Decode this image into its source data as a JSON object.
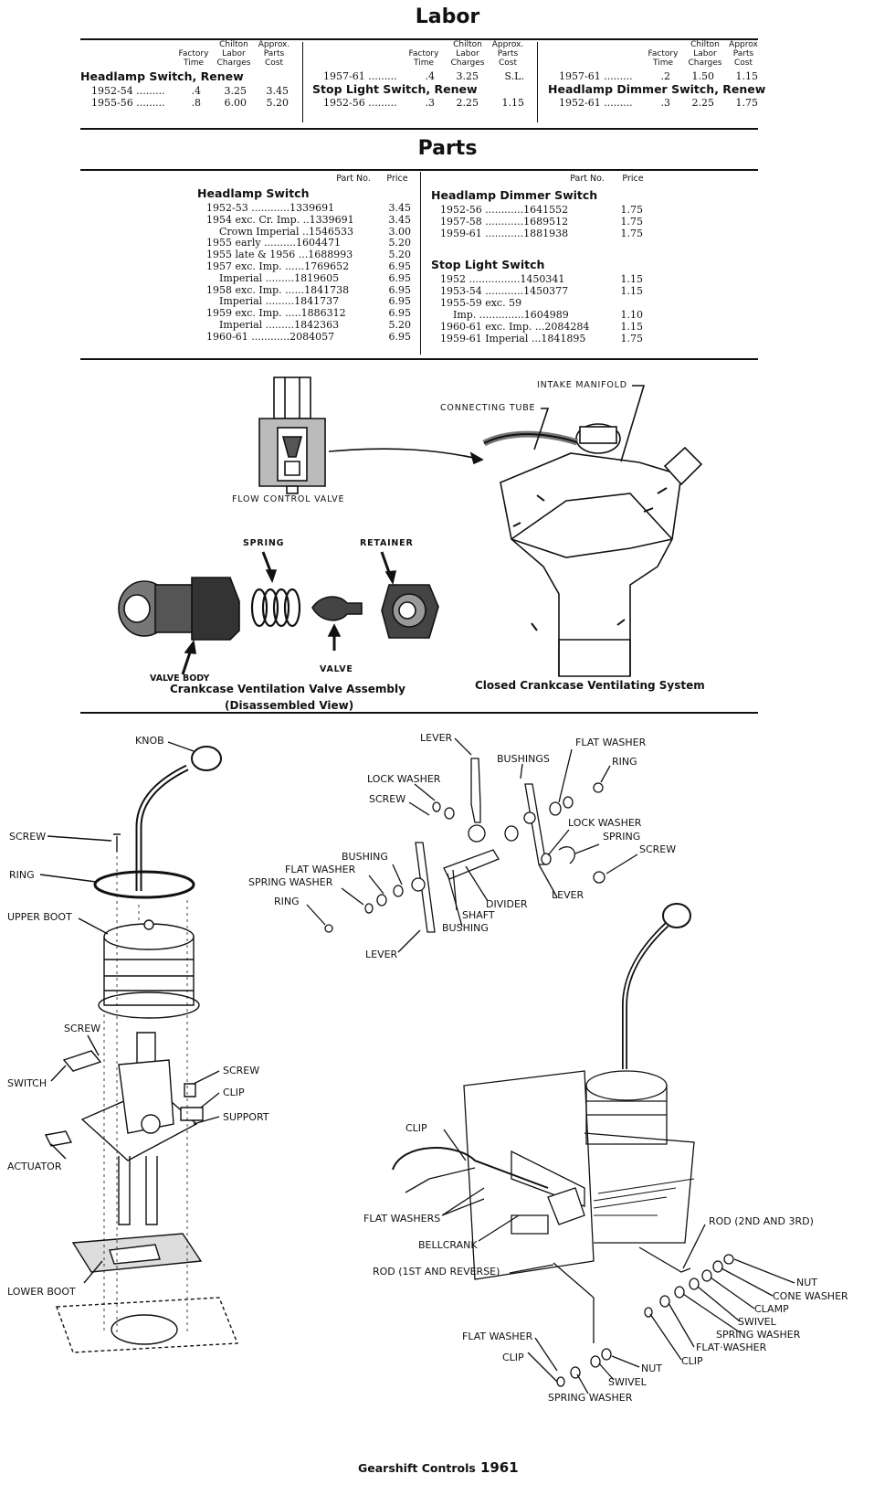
{
  "labor": {
    "title": "Labor",
    "col_headers": {
      "factory": [
        "Factory",
        "Time"
      ],
      "chilton": [
        "Chilton",
        "Labor",
        "Charges"
      ],
      "approx": [
        "Approx.",
        "Parts",
        "Cost"
      ],
      "approx_alt": [
        "Approx",
        "Parts",
        "Cost"
      ]
    },
    "col1": {
      "heading": "Headlamp Switch, Renew",
      "rows": [
        {
          "label": "1952-54 ......... ",
          "time": ".4",
          "charge": "3.25",
          "cost": "3.45"
        },
        {
          "label": "1955-56 ......... ",
          "time": ".8",
          "charge": "6.00",
          "cost": "5.20"
        }
      ]
    },
    "col2": {
      "row0": {
        "label": "1957-61 ......... ",
        "time": ".4",
        "charge": "3.25",
        "cost": "S.L."
      },
      "heading": "Stop Light Switch, Renew",
      "row1": {
        "label": "1952-56 ......... ",
        "time": ".3",
        "charge": "2.25",
        "cost": "1.15"
      }
    },
    "col3": {
      "row0": {
        "label": "1957-61 ......... ",
        "time": ".2",
        "charge": "1.50",
        "cost": "1.15"
      },
      "heading": "Headlamp Dimmer Switch, Renew",
      "row1": {
        "label": "1952-61 ......... ",
        "time": ".3",
        "charge": "2.25",
        "cost": "1.75"
      }
    }
  },
  "parts": {
    "title": "Parts",
    "part_no_header": "Part No.",
    "price_header": "Price",
    "left": {
      "heading": "Headlamp Switch",
      "rows": [
        {
          "label": "1952-53 ............",
          "part": "1339691",
          "price": "3.45"
        },
        {
          "label": "1954 exc. Cr. Imp. ..",
          "part": "1339691",
          "price": "3.45"
        },
        {
          "label": "    Crown Imperial ..",
          "part": "1546533",
          "price": "3.00"
        },
        {
          "label": "1955 early ..........",
          "part": "1604471",
          "price": "5.20"
        },
        {
          "label": "1955 late & 1956 ...",
          "part": "1688993",
          "price": "5.20"
        },
        {
          "label": "1957 exc. Imp. ......",
          "part": "1769652",
          "price": "6.95"
        },
        {
          "label": "    Imperial .........",
          "part": "1819605",
          "price": "6.95"
        },
        {
          "label": "1958 exc. Imp. ......",
          "part": "1841738",
          "price": "6.95"
        },
        {
          "label": "    Imperial .........",
          "part": "1841737",
          "price": "6.95"
        },
        {
          "label": "1959 exc. Imp. .....",
          "part": "1886312",
          "price": "6.95"
        },
        {
          "label": "    Imperial .........",
          "part": "1842363",
          "price": "5.20"
        },
        {
          "label": "1960-61 ............",
          "part": "2084057",
          "price": "6.95"
        }
      ]
    },
    "right_dimmer": {
      "heading": "Headlamp Dimmer Switch",
      "rows": [
        {
          "label": "1952-56 ............",
          "part": "1641552",
          "price": "1.75"
        },
        {
          "label": "1957-58 ............",
          "part": "1689512",
          "price": "1.75"
        },
        {
          "label": "1959-61 ............",
          "part": "1881938",
          "price": "1.75"
        }
      ]
    },
    "right_stop": {
      "heading": "Stop Light Switch",
      "rows": [
        {
          "label": "1952 ................",
          "part": "1450341",
          "price": "1.15"
        },
        {
          "label": "1953-54 ............",
          "part": "1450377",
          "price": "1.15"
        },
        {
          "label": "1955-59 exc. 59",
          "part": "",
          "price": ""
        },
        {
          "label": "    Imp. ..............",
          "part": "1604989",
          "price": "1.10"
        },
        {
          "label": "1960-61 exc. Imp. ...",
          "part": "2084284",
          "price": "1.15"
        },
        {
          "label": "1959-61 Imperial ...",
          "part": "1841895",
          "price": "1.75"
        }
      ]
    }
  },
  "ventilation": {
    "intake_manifold": "INTAKE MANIFOLD",
    "connecting_tube": "CONNECTING TUBE",
    "flow_control_valve": "FLOW CONTROL VALVE",
    "spring": "SPRING",
    "retainer": "RETAINER",
    "valve": "VALVE",
    "valve_body": "VALVE BODY",
    "caption_left_1": "Crankcase Ventilation Valve Assembly",
    "caption_left_2": "(Disassembled View)",
    "caption_right": "Closed Crankcase Ventilating System"
  },
  "gearshift": {
    "left": {
      "knob": "KNOB",
      "screw": "SCREW",
      "ring": "RING",
      "upper_boot": "UPPER BOOT",
      "screw2": "SCREW",
      "switch": "SWITCH",
      "screw3": "SCREW",
      "clip": "CLIP",
      "support": "SUPPORT",
      "actuator": "ACTUATOR",
      "lower_boot": "LOWER BOOT"
    },
    "middle": {
      "lever_top": "LEVER",
      "bushings": "BUSHINGS",
      "flat_washer": "FLAT WASHER",
      "ring": "RING",
      "lock_washer": "LOCK WASHER",
      "screw": "SCREW",
      "lock_washer2": "LOCK WASHER",
      "spring": "SPRING",
      "screw2": "SCREW",
      "bushing": "BUSHING",
      "flat_washer2": "FLAT WASHER",
      "spring_washer": "SPRING WASHER",
      "ring2": "RING",
      "divider": "DIVIDER",
      "lever_right": "LEVER",
      "shaft": "SHAFT",
      "bushing2": "BUSHING",
      "lever_bottom": "LEVER"
    },
    "right": {
      "clip": "CLIP",
      "flat_washers": "FLAT WASHERS",
      "bellcrank": "BELLCRANK",
      "rod_1st": "ROD (1ST AND REVERSE)",
      "rod_2nd": "ROD (2ND AND 3RD)",
      "nut": "NUT",
      "cone_washer": "CONE WASHER",
      "clamp": "CLAMP",
      "swivel": "SWIVEL",
      "spring_washer": "SPRING WASHER",
      "flat_washer": "FLAT·WASHER",
      "clip2": "CLIP",
      "flat_washer_l": "FLAT WASHER",
      "clip_l": "CLIP",
      "nut2": "NUT",
      "swivel2": "SWIVEL",
      "spring_washer2": "SPRING WASHER"
    },
    "caption_text": "Gearshift Controls",
    "caption_year": "1961"
  }
}
